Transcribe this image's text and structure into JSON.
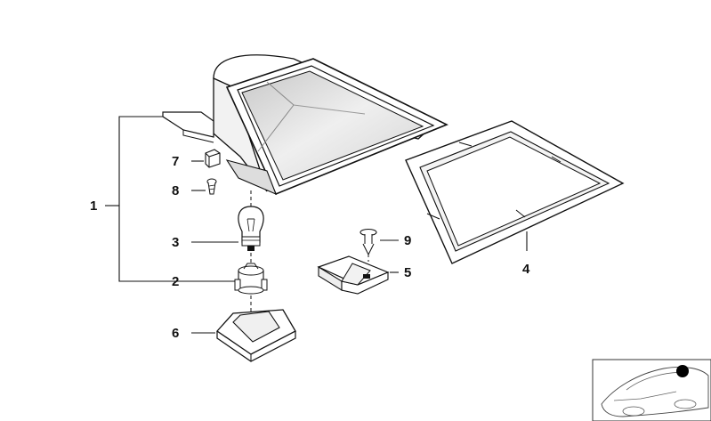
{
  "diagram": {
    "callouts": {
      "c1": "1",
      "c2": "2",
      "c3": "3",
      "c4": "4",
      "c5": "5",
      "c6": "6",
      "c7": "7",
      "c8": "8",
      "c9": "9"
    },
    "thumbnail": {
      "icon": "car-outline-icon",
      "marker_color": "#000000"
    }
  }
}
